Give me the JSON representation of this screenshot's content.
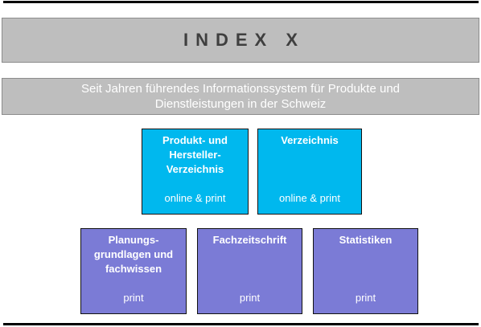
{
  "title": "INDEX X",
  "subtitle": {
    "line1": "Seit Jahren führendes Informationssystem für Produkte und",
    "line2": "Dienstleistungen in der Schweiz"
  },
  "colors": {
    "header_bg": "#bebebe",
    "online_print_box": "#00b8ee",
    "print_box": "#7b7bd6"
  },
  "boxes": [
    {
      "name": "Produkt- und\nHersteller-\nVerzeichnis",
      "media": "online & print"
    },
    {
      "name": "Verzeichnis",
      "media": "online & print"
    },
    {
      "name": "Planungs-\ngrundlagen und\nfachwissen",
      "media": "print"
    },
    {
      "name": "Fachzeitschrift",
      "media": "print"
    },
    {
      "name": "Statistiken",
      "media": "print"
    }
  ]
}
